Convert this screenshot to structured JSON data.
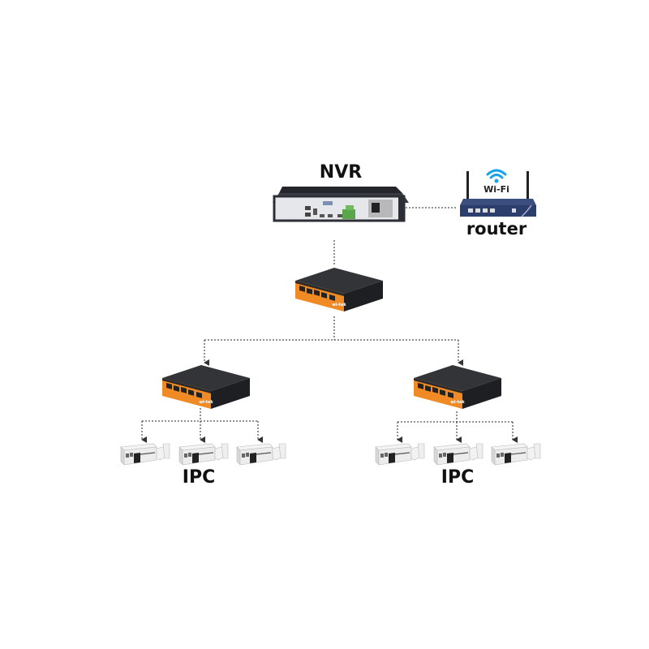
{
  "diagram": {
    "title": "PoE switch network topology",
    "nodes": {
      "nvr": {
        "label": "NVR"
      },
      "router": {
        "label": "router",
        "wifi_text": "Wi-Fi"
      },
      "core_switch": {
        "brand_text": "wi-tek"
      },
      "switch_left": {
        "brand_text": "wi-tek"
      },
      "switch_right": {
        "brand_text": "wi-tek"
      },
      "ipc_group_left": {
        "label": "IPC",
        "camera_count": 3
      },
      "ipc_group_right": {
        "label": "IPC",
        "camera_count": 3
      }
    },
    "edges": [
      {
        "from": "nvr",
        "to": "router",
        "style": "dotted"
      },
      {
        "from": "nvr",
        "to": "core_switch",
        "style": "dotted"
      },
      {
        "from": "core_switch",
        "to": "switch_left",
        "style": "dotted-arrow"
      },
      {
        "from": "core_switch",
        "to": "switch_right",
        "style": "dotted-arrow"
      },
      {
        "from": "switch_left",
        "to": "ipc_group_left",
        "style": "dotted-arrow"
      },
      {
        "from": "switch_right",
        "to": "ipc_group_right",
        "style": "dotted-arrow"
      }
    ],
    "colors": {
      "line": "#555555",
      "switch_body": "#2b2b2e",
      "switch_front": "#f08a24",
      "router_body": "#2c3e6b",
      "wifi_icon": "#1aa3e8",
      "nvr_body": "#2d2f36",
      "nvr_front": "#e8e9ec",
      "camera_body": "#eeeeee"
    }
  }
}
